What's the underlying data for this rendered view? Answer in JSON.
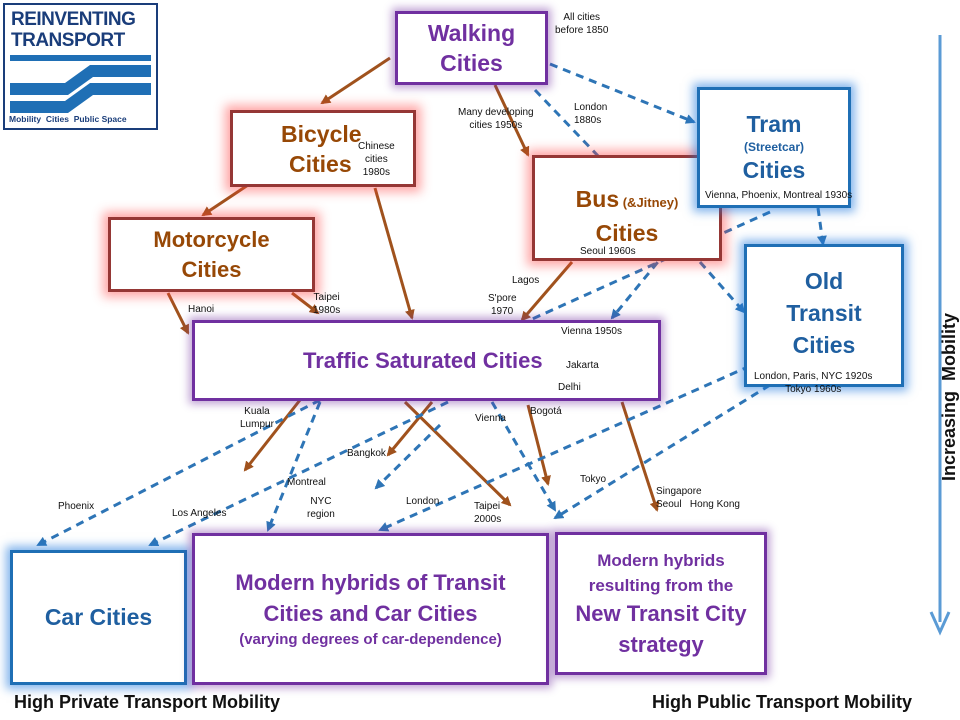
{
  "logo": {
    "line1": "REINVENTING",
    "line2": "TRANSPORT",
    "tagline": "Mobility  Cities  Public Space"
  },
  "boxes": {
    "walking": {
      "line1": "Walking",
      "line2": "Cities"
    },
    "bicycle": {
      "line1": "Bicycle",
      "line2": "Cities"
    },
    "motorcycle": {
      "line1": "Motorcycle",
      "line2": "Cities"
    },
    "bus": {
      "line1": "Bus",
      "line1_small": " (&Jitney)",
      "line2": "Cities"
    },
    "tram": {
      "line1": "Tram",
      "line2": "(Streetcar)",
      "line3": "Cities"
    },
    "old_transit": {
      "line1": "Old",
      "line2": "Transit",
      "line3": "Cities"
    },
    "traffic": {
      "title": "Traffic Saturated Cities"
    },
    "car": {
      "title": "Car Cities"
    },
    "hybrid": {
      "line1": "Modern hybrids of Transit",
      "line2": "Cities and Car Cities",
      "line3": "(varying degrees of car-dependence)"
    },
    "new_transit": {
      "line1": "Modern hybrids",
      "line2": "resulting from the",
      "line3": "New Transit City",
      "line4": "strategy"
    }
  },
  "labels": {
    "all_cities_1": "All cities",
    "all_cities_2": "before 1850",
    "chinese_1": "Chinese",
    "chinese_2": "cities",
    "chinese_3": "1980s",
    "developing_1": "Many developing",
    "developing_2": "cities 1950s",
    "london_1": "London",
    "london_2": "1880s",
    "tram_cities": "Vienna, Phoenix, Montreal 1930s",
    "seoul": "Seoul 1960s",
    "hanoi": "Hanoi",
    "taipei80_1": "Taipei",
    "taipei80_2": "1980s",
    "lagos": "Lagos",
    "spore_1": "S'pore",
    "spore_2": "1970",
    "vienna50": "Vienna 1950s",
    "jakarta": "Jakarta",
    "delhi": "Delhi",
    "old_transit_1": "London, Paris, NYC 1920s",
    "old_transit_2": "Tokyo 1960s",
    "kuala_1": "Kuala",
    "kuala_2": "Lumpur",
    "vienna": "Vienna",
    "bogota": "Bogotá",
    "bangkok": "Bangkok",
    "montreal": "Montreal",
    "tokyo": "Tokyo",
    "singapore_1": "Singapore",
    "singapore_2": "Seoul   Hong Kong",
    "phoenix": "Phoenix",
    "los_angeles": "Los Angeles",
    "nyc_1": "NYC",
    "nyc_2": "region",
    "london2": "London",
    "taipei00_1": "Taipei",
    "taipei00_2": "2000s"
  },
  "axis": {
    "increasing": "Increasing  Mobility",
    "private": "High Private Transport Mobility",
    "public": "High Public Transport Mobility"
  },
  "colors": {
    "brown_arrow": "#a0521d",
    "blue_dashed": "#2e75b6",
    "purple": "#7030a0",
    "red_border": "#953735",
    "blue_border": "#1f6fb5"
  }
}
